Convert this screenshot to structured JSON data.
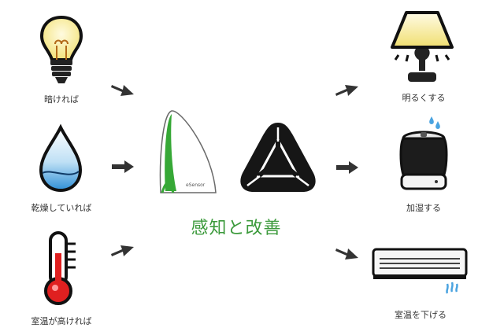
{
  "inputs": [
    {
      "label": "暗ければ",
      "icon": "light-bulb-icon"
    },
    {
      "label": "乾燥していれば",
      "icon": "water-drop-icon"
    },
    {
      "label": "室温が高ければ",
      "icon": "thermometer-icon"
    }
  ],
  "center": {
    "sensor_label": "eSensor",
    "controller_icon": "triangle-controller-icon",
    "caption": "感知と改善"
  },
  "outputs": [
    {
      "label": "明るくする",
      "icon": "lamp-icon"
    },
    {
      "label": "加湿する",
      "icon": "humidifier-icon"
    },
    {
      "label": "室温を下げる",
      "icon": "air-conditioner-icon"
    }
  ],
  "colors": {
    "accent_green": "#3c9a3c",
    "arrow": "#333333",
    "bulb_glow": "#f7f0a0",
    "drop_blue": "#4aa3e0",
    "thermo_red": "#e02020"
  }
}
